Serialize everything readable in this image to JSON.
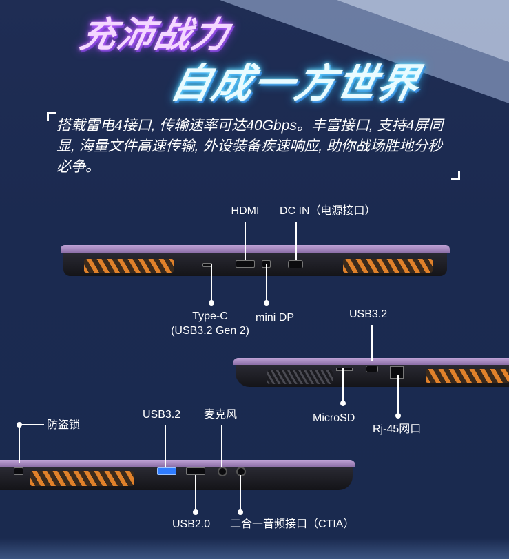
{
  "heading": {
    "line1": "充沛战力",
    "line2": "自成一方世界"
  },
  "description": "搭载雷电4接口, 传输速率可达40Gbps。丰富接口, 支持4屏同显, 海量文件高速传输, 外设装备疾速响应, 助你战场胜地分秒必争。",
  "rear_view": {
    "hdmi": "HDMI",
    "dc_in": "DC IN（电源接口）",
    "type_c_line1": "Type-C",
    "type_c_line2": "(USB3.2 Gen 2)",
    "mini_dp": "mini DP"
  },
  "right_side": {
    "usb32": "USB3.2",
    "microsd": "MicroSD",
    "rj45": "Rj-45网口"
  },
  "left_side": {
    "lock": "防盗锁",
    "usb32": "USB3.2",
    "mic": "麦克风",
    "usb20": "USB2.0",
    "audio": "二合一音频接口（CTIA）"
  },
  "colors": {
    "background": "#1d2b4f",
    "chassis_purple": "#a98bc4",
    "vent_orange": "#e0812a",
    "usb_blue": "#2f7cff"
  }
}
